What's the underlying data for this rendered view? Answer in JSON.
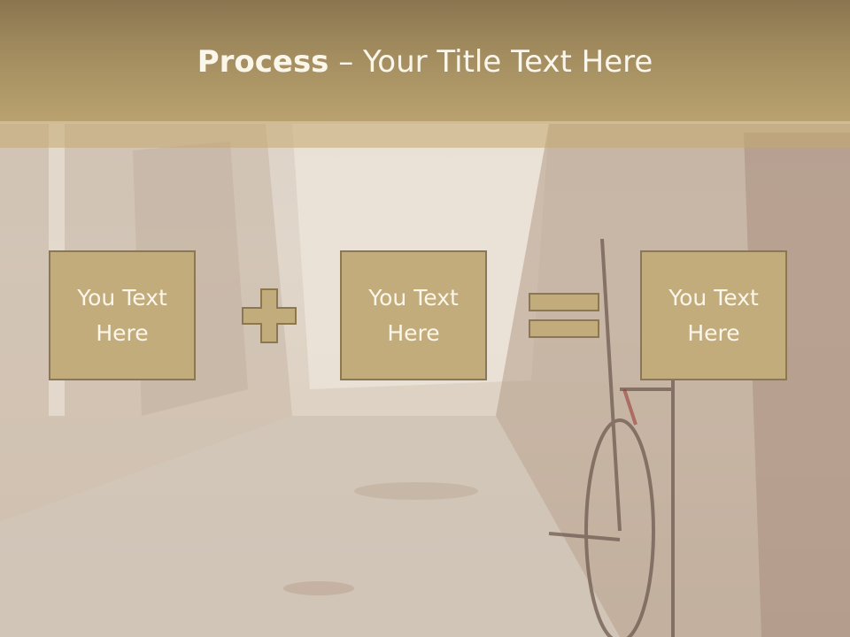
{
  "slide": {
    "title_bold": "Process",
    "title_rest": " – Your Title Text Here",
    "boxes": [
      {
        "text": "You Text\nHere"
      },
      {
        "text": "You Text\nHere"
      },
      {
        "text": "You Text\nHere"
      }
    ],
    "operators": [
      "plus-icon",
      "equals-icon"
    ]
  },
  "colors": {
    "header": "#a38d5f",
    "box_fill": "#c3ac7b",
    "box_border": "#8c7850",
    "text": "#fbf6ea"
  }
}
